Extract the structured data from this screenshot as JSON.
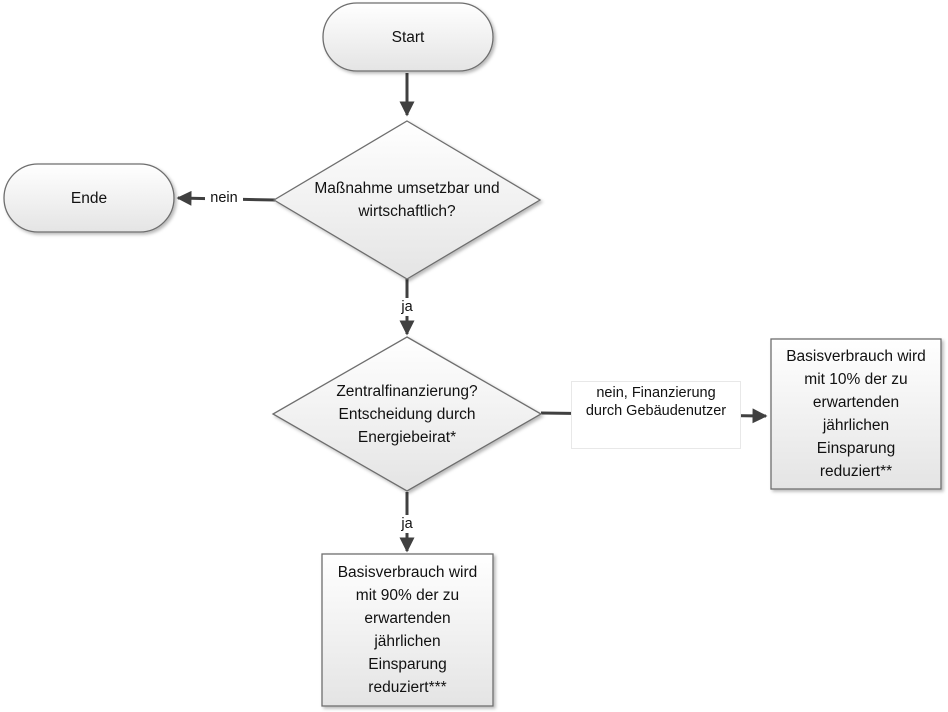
{
  "flowchart": {
    "start": {
      "label": "Start"
    },
    "end": {
      "label": "Ende"
    },
    "decision_1": {
      "label": "Maßnahme umsetzbar und\nwirtschaftlich?"
    },
    "decision_2": {
      "label": "Zentralfinanzierung?\nEntscheidung durch\nEnergiebeirat*"
    },
    "process_user_financing": {
      "label": "Basisverbrauch wird\nmit 10% der zu\nerwartenden\njährlichen\nEinsparung\nreduziert**"
    },
    "process_central_financing": {
      "label": "Basisverbrauch wird\nmit 90% der zu\nerwartenden\njährlichen\nEinsparung\nreduziert***"
    },
    "edges": {
      "d1_no": "nein",
      "d1_yes": "ja",
      "d2_no": "nein, Finanzierung\ndurch Gebäudenutzer",
      "d2_yes": "ja"
    }
  },
  "colors": {
    "shape_fill_top": "#ffffff",
    "shape_fill_bottom": "#e6e6e6",
    "shape_stroke": "#6e6e6e",
    "connector": "#404040"
  }
}
